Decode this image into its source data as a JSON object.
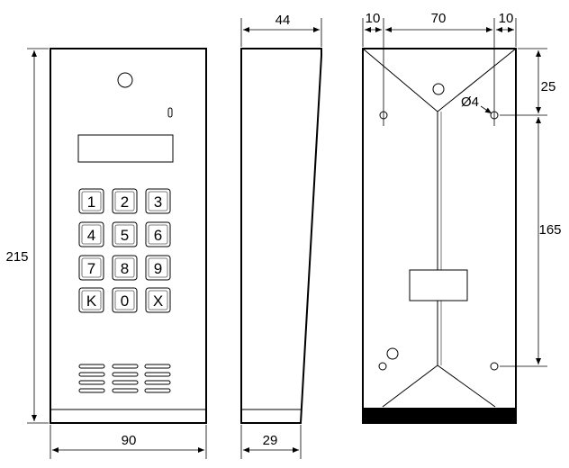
{
  "dimensions": {
    "front_width": "90",
    "front_height": "215",
    "side_top_depth": "44",
    "side_bottom_depth": "29",
    "back_left_margin": "10",
    "back_center_span": "70",
    "back_right_margin": "10",
    "back_top_offset": "25",
    "back_hole_spacing": "165",
    "hole_diameter": "Ø4"
  },
  "keypad": {
    "keys": [
      "1",
      "2",
      "3",
      "4",
      "5",
      "6",
      "7",
      "8",
      "9",
      "K",
      "0",
      "X"
    ]
  }
}
